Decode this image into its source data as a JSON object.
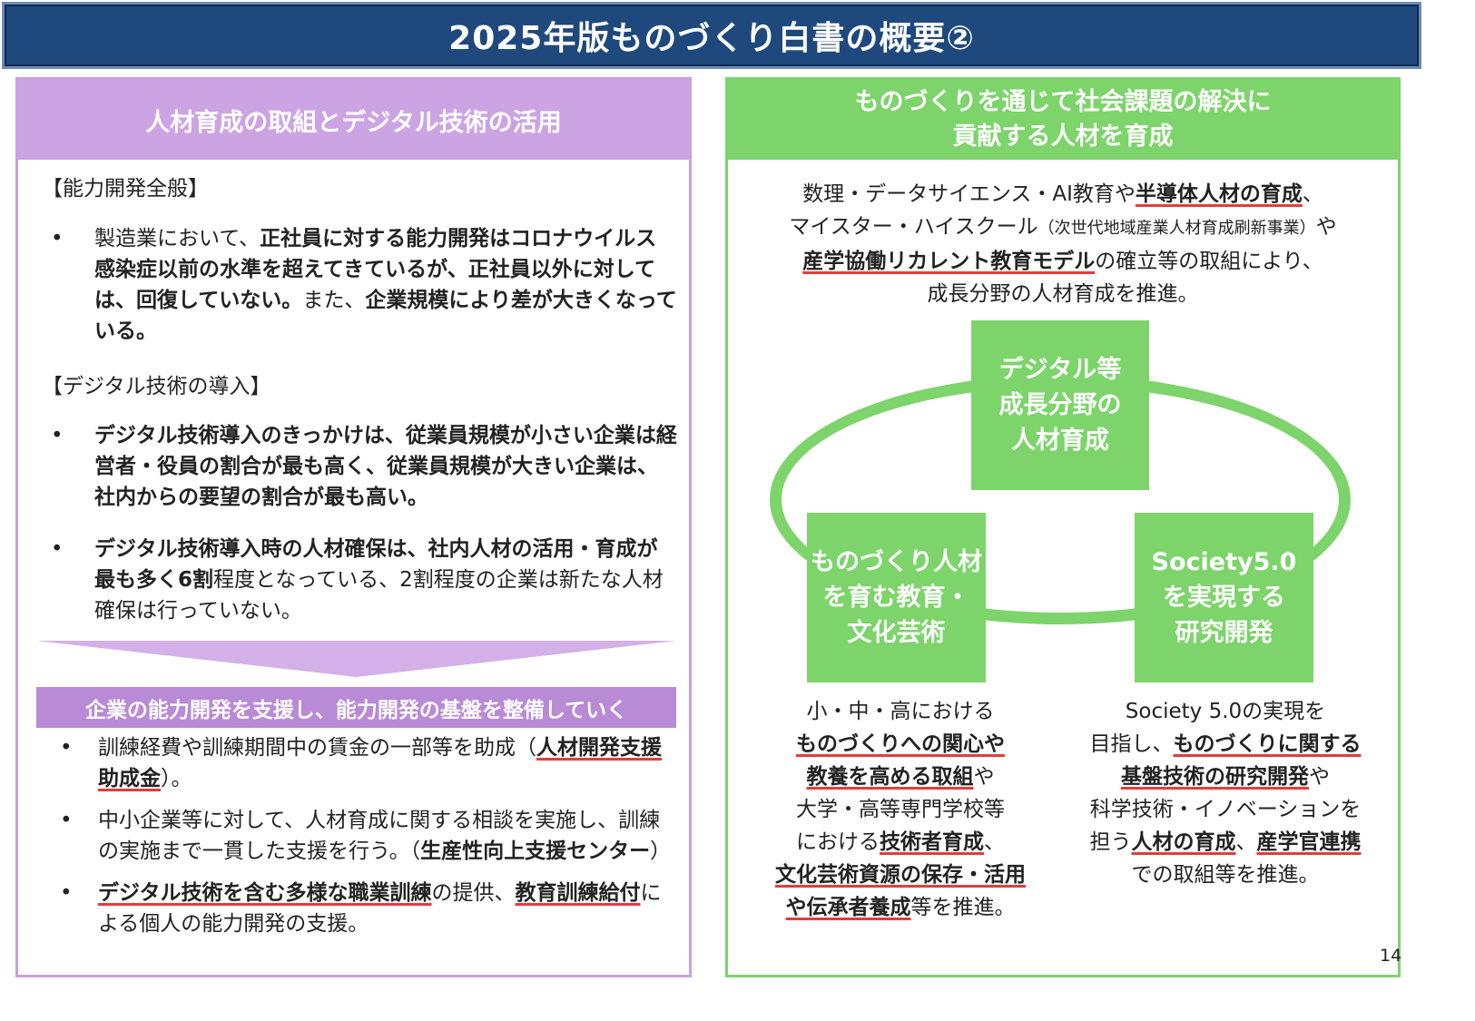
{
  "header": {
    "title": "2025年版ものづくり白書の概要②"
  },
  "left": {
    "heading": "人材育成の取組とデジタル技術の活用",
    "section1_label": "【能力開発全般】",
    "section1_bullets": [
      {
        "b1": "製造業において、",
        "b2": "正社員に対する能力開発はコロナウイルス感染症以前の水準を超えてきているが、正社員以外に対しては、回復していない。",
        "b3": "また、",
        "b4": "企業規模により差が大きくなっている。"
      }
    ],
    "section2_label": "【デジタル技術の導入】",
    "section2_bullets": [
      {
        "b1": "デジタル技術導入のきっかけは、従業員規模が小さい企業は経営者・役員の割合が最も高く、従業員規模が大きい企業は、社内からの要望の割合が最も高い。"
      },
      {
        "b1": "デジタル技術導入時の人材確保は、社内人材の活用・育成が最も多く6割",
        "b2": "程度となっている、2割程度の企業は新たな人材確保は行っていない。"
      }
    ],
    "support_heading": "企業の能力開発を支援し、能力開発の基盤を整備していく",
    "support_bullets": [
      {
        "t1": "訓練経費や訓練期間中の賃金の一部等を助成（",
        "u1": "人材開発支援助成金",
        "t2": "）。"
      },
      {
        "t1": "中小企業等に対して、人材育成に関する相談を実施し、訓練の実施まで一貫した支援を行う。（",
        "b1": "生産性向上支援センター",
        "t2": "）"
      },
      {
        "u1": "デジタル技術を含む多様な職業訓練",
        "t1": "の提供、",
        "u2": "教育訓練給付",
        "t2": "による個人の能力開発の支援。"
      }
    ]
  },
  "right": {
    "heading_line1": "ものづくりを通じて社会課題の解決に",
    "heading_line2": "貢献する人材を育成",
    "intro": {
      "t1": "数理・データサイエンス・AI教育や",
      "u1": "半導体人材の育成",
      "t2": "、",
      "t3": "マイスター・ハイスクール",
      "small": "（次世代地域産業人材育成刷新事業）",
      "t4": "や",
      "u2": "産学協働リカレント教育モデル",
      "t5": "の確立等の取組により、",
      "t6": "成長分野の人材育成を推進。"
    },
    "box_top": [
      "デジタル等",
      "成長分野の",
      "人材育成"
    ],
    "box_left": [
      "ものづくり人材",
      "を育む教育・",
      "文化芸術"
    ],
    "box_right": [
      "Society5.0",
      "を実現する",
      "研究開発"
    ],
    "desc_left": {
      "t1": "小・中・高における",
      "u1": "ものづくりへの関心や",
      "u2": "教養を高める取組",
      "t2": "や",
      "t3": "大学・高等専門学校等",
      "t4": "における",
      "u3": "技術者育成",
      "t5": "、",
      "u4": "文化芸術資源の保存・活用",
      "u5": "や伝承者養成",
      "t6": "等を推進。"
    },
    "desc_right": {
      "t1": "Society 5.0の実現を",
      "t2": "目指し、",
      "u1": "ものづくりに関する",
      "u2": "基盤技術の研究開発",
      "t3": "や",
      "t4": "科学技術・イノベーションを",
      "t5": "担う",
      "u3": "人材の育成",
      "t6": "、",
      "u4": "産学官連携",
      "t7": "での取組等を推進。"
    }
  },
  "page_number": "14"
}
